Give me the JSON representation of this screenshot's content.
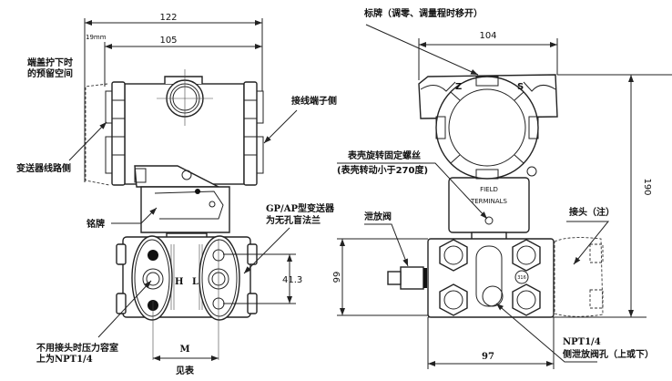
{
  "left_view": {
    "dim_overall": "122",
    "dim_body": "105",
    "dim_clearance": "19mm",
    "clearance_note_line1": "端盖拧下时",
    "clearance_note_line2": "的预留空间",
    "terminal_side": "接线端子侧",
    "circuit_side": "变送器线路侧",
    "nameplate": "铭牌",
    "gp_ap_note_line1": "GP/AP型变送器",
    "gp_ap_note_line2": "为无孔盲法兰",
    "dim_flange_holes": "41.3",
    "high_label": "H",
    "low_label": "L",
    "unused_note_line1": "不用接头时压力容室",
    "unused_note_line2": "上为NPT1/4",
    "dim_m": "M",
    "see_table": "见表"
  },
  "right_view": {
    "tag_note": "标牌（调零、调量程时移开）",
    "dim_width": "104",
    "zero_label": "Z",
    "span_label": "S",
    "screw_note_line1": "表壳旋转固定螺丝",
    "screw_note_line2": "(表壳转动小于270度)",
    "field_label": "FIELD",
    "terminals_label": "TERMINALS",
    "dim_height": "190",
    "drain_valve": "泄放阀",
    "dim_flange_height": "66",
    "fitting_note": "接头（注）",
    "material_mark": "316",
    "dim_depth": "97",
    "drain_hole_line1": "NPT1/4",
    "drain_hole_line2": "侧泄放阀孔（上或下）"
  }
}
